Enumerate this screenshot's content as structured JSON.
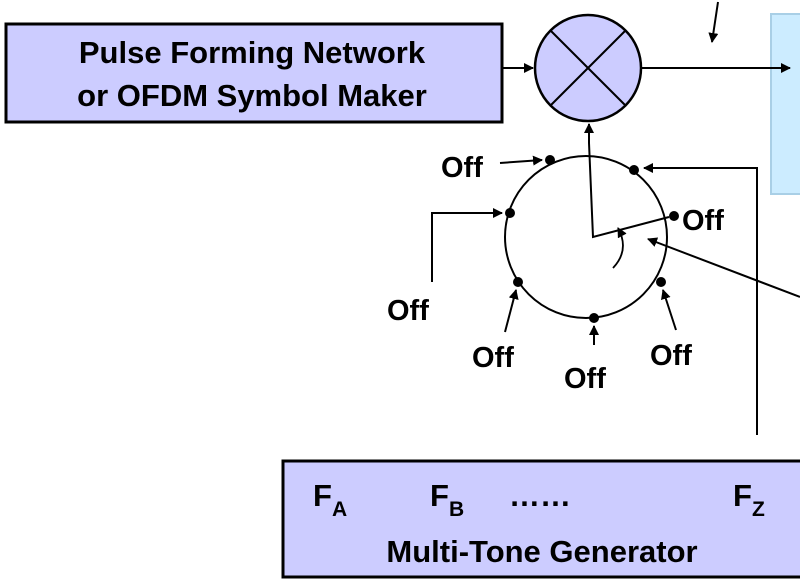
{
  "pulse_box": {
    "line1": "Pulse Forming Network",
    "line2": "or OFDM Symbol Maker"
  },
  "switch_labels": {
    "top_left": "Off",
    "right": "Off",
    "left": "Off",
    "bottom_left": "Off",
    "bottom": "Off",
    "bottom_right": "Off"
  },
  "tone_box": {
    "fa_base": "F",
    "fa_sub": "A",
    "fb_base": "F",
    "fb_sub": "B",
    "ellipsis": "……",
    "fz_base": "F",
    "fz_sub": "Z",
    "title": "Multi-Tone Generator"
  },
  "colors": {
    "box_fill": "#ccccff",
    "side_panel_fill": "#ccecff",
    "stroke": "#000000"
  },
  "icons": {
    "mixer": "multiplier-circle-icon",
    "switch": "rotary-switch-icon"
  }
}
